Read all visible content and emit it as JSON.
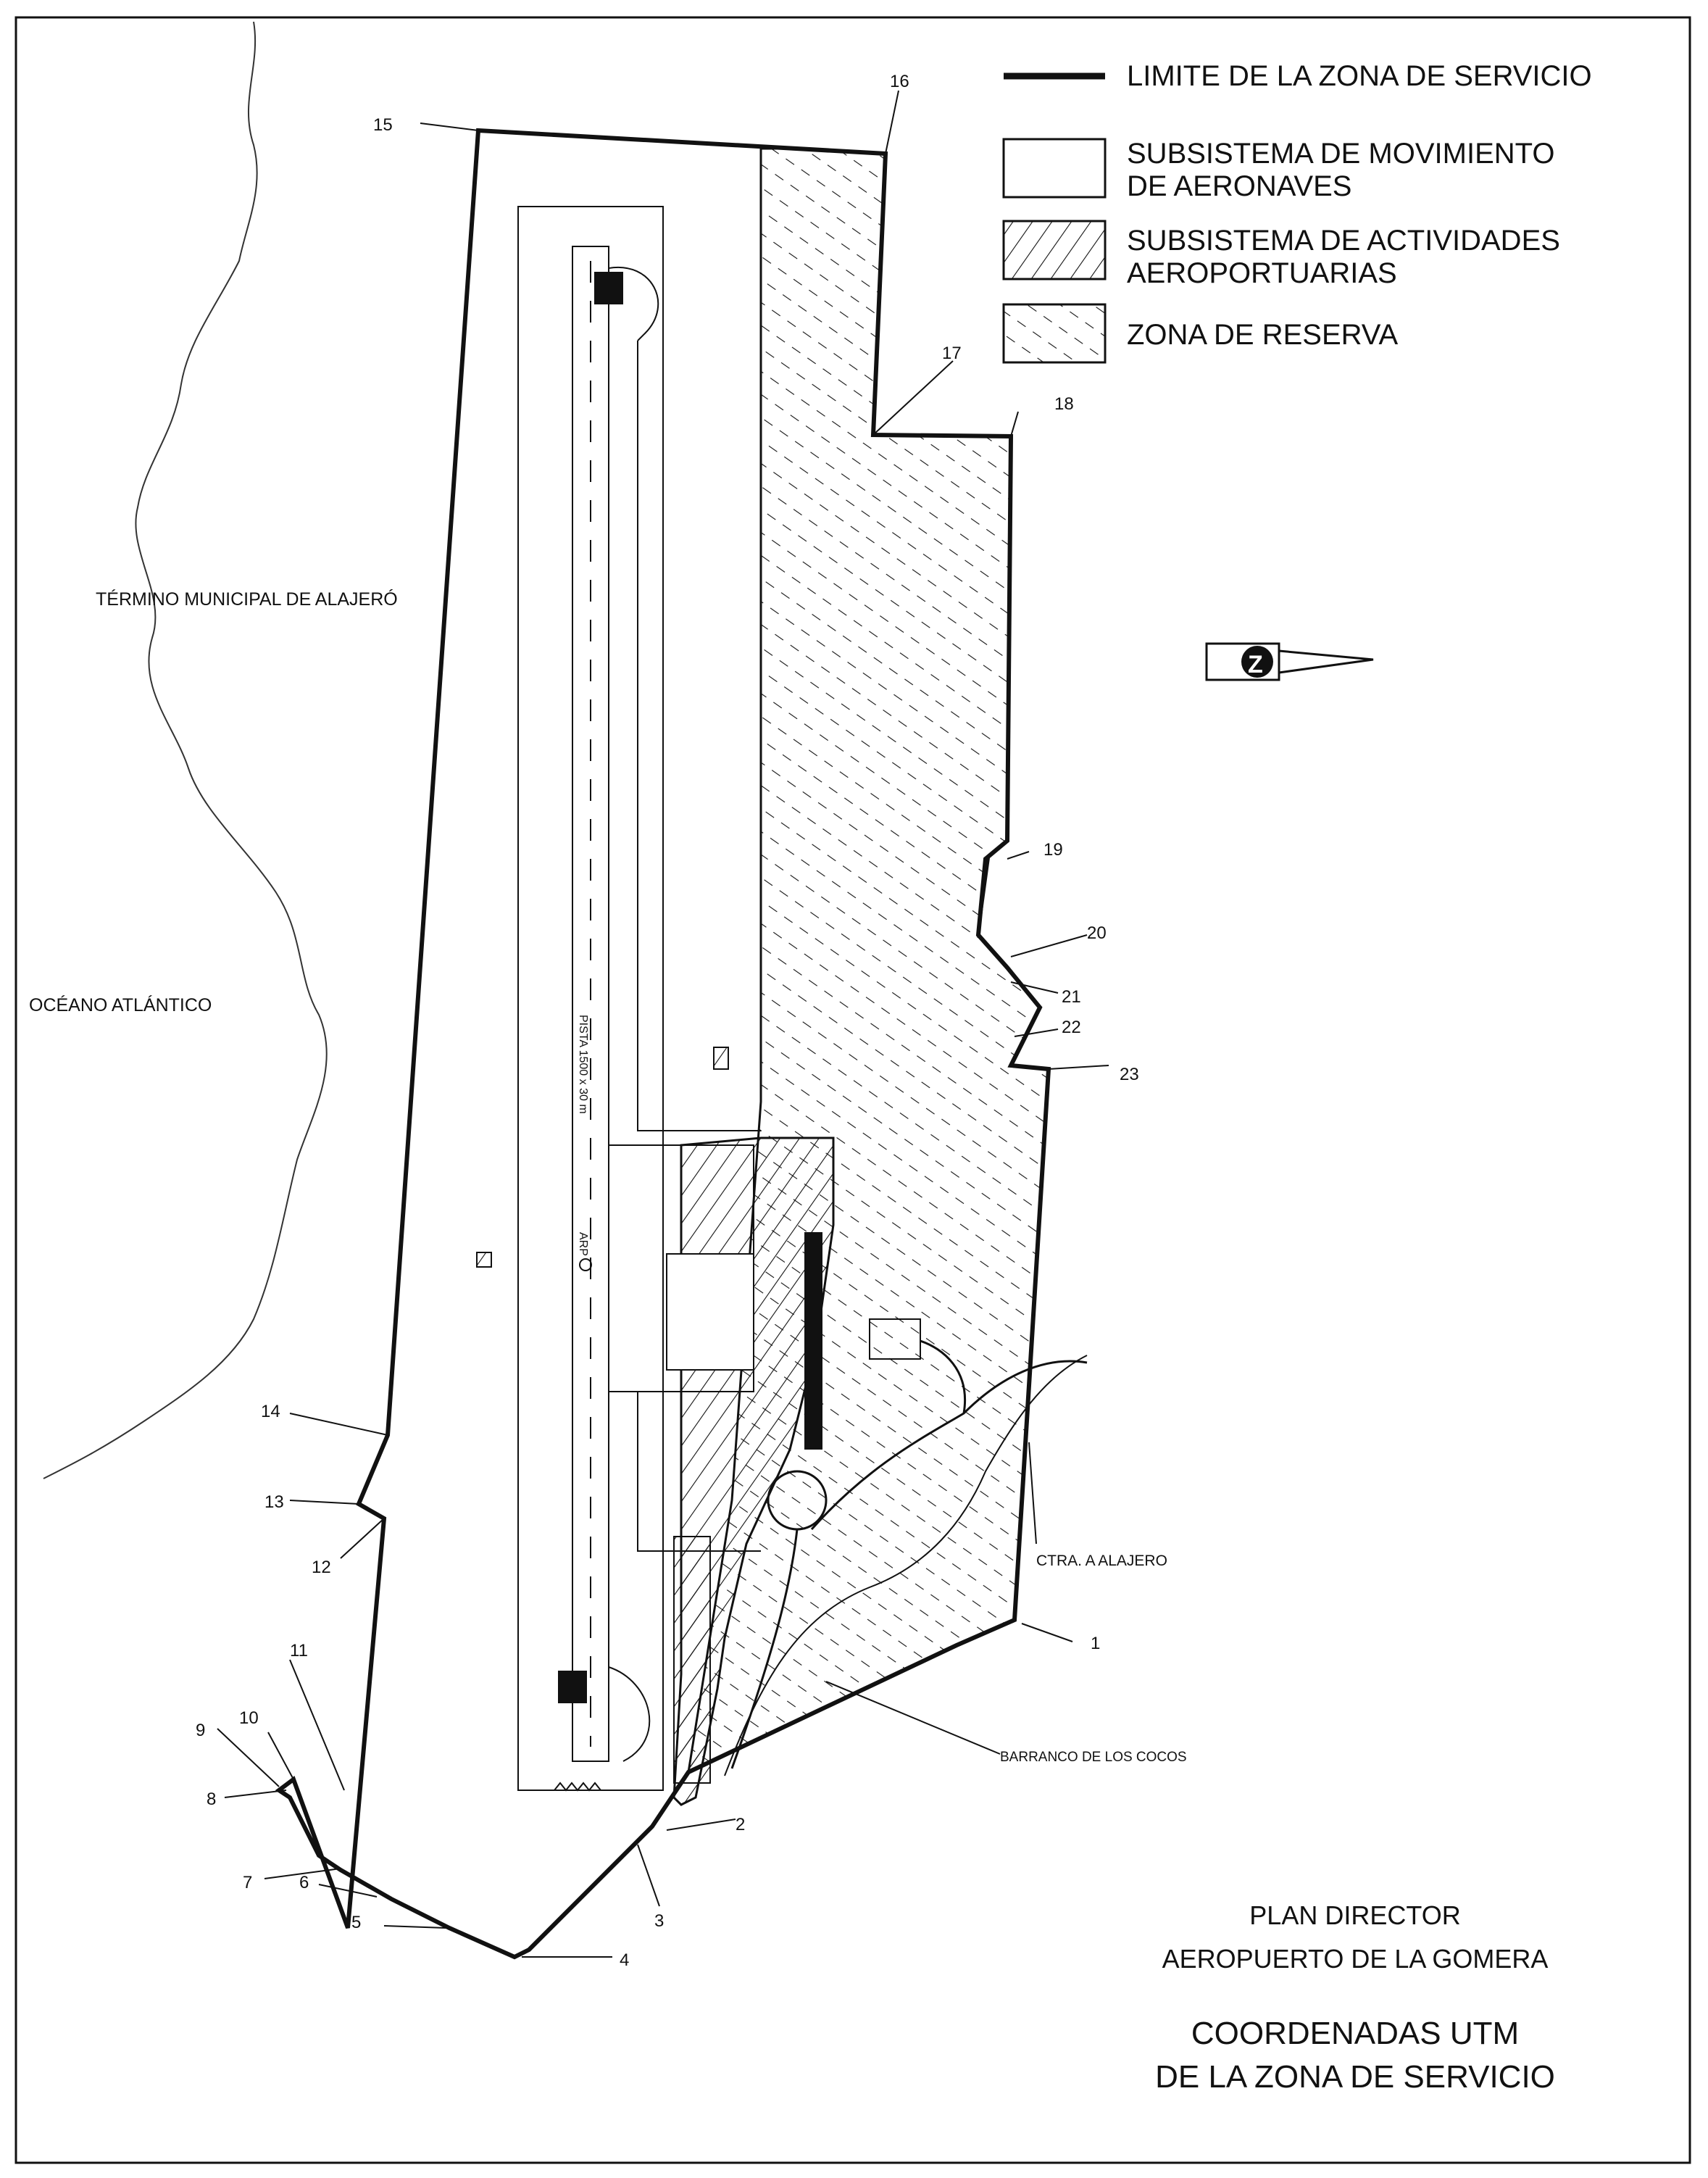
{
  "legend": {
    "boundary": "LIMITE DE LA ZONA DE SERVICIO",
    "movement_line1": "SUBSISTEMA DE MOVIMIENTO",
    "movement_line2": "DE AERONAVES",
    "activities_line1": "SUBSISTEMA DE ACTIVIDADES",
    "activities_line2": "AEROPORTUARIAS",
    "reserve": "ZONA DE RESERVA"
  },
  "labels": {
    "municipality": "TÉRMINO MUNICIPAL DE ALAJERÓ",
    "ocean": "OCÉANO ATLÁNTICO",
    "road": "CTRA. A ALAJERO",
    "ravine": "BARRANCO DE LOS COCOS",
    "runway": "PISTA 1500 x 30 m",
    "arp": "ARP"
  },
  "points": [
    "1",
    "2",
    "3",
    "4",
    "5",
    "6",
    "7",
    "8",
    "9",
    "10",
    "11",
    "12",
    "13",
    "14",
    "15",
    "16",
    "17",
    "18",
    "19",
    "20",
    "21",
    "22",
    "23"
  ],
  "title": {
    "line1": "PLAN DIRECTOR",
    "line2": "AEROPUERTO DE LA GOMERA",
    "line3": "COORDENADAS UTM",
    "line4": "DE LA ZONA DE SERVICIO"
  },
  "colors": {
    "ink": "#111111",
    "paper": "#ffffff"
  },
  "icons": {
    "north_arrow": "north-arrow-icon"
  }
}
